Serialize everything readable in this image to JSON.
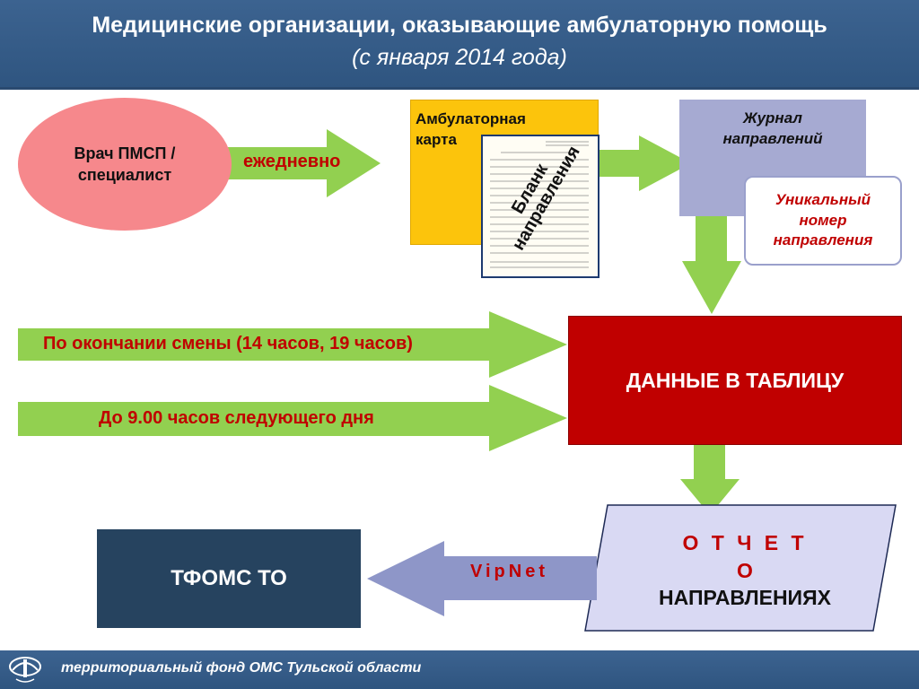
{
  "header": {
    "title": "Медицинские организации, оказывающие амбулаторную помощь",
    "subtitle": "(с января 2014 года)"
  },
  "nodes": {
    "doctor": "Врач ПМСП / специалист",
    "card": "Амбулаторная карта",
    "form": "Бланк направления",
    "journal": "Журнал направлений",
    "unique_number": "Уникальный номер направления",
    "data_table": "ДАННЫЕ В ТАБЛИЦУ",
    "report_line1": "О Т Ч Е Т",
    "report_line2": "О",
    "report_line3": "НАПРАВЛЕНИЯХ",
    "tfoms": "ТФОМС ТО"
  },
  "arrows": {
    "daily": "ежедневно",
    "shift_end": "По окончании смены (14 часов, 19 часов)",
    "next_day": "До 9.00 часов следующего дня",
    "vipnet": "VipNet"
  },
  "footer": {
    "text": "территориальный фонд ОМС Тульской области"
  },
  "colors": {
    "header_bg": "#2f5580",
    "arrow_green": "#92d050",
    "ellipse_pink": "#f6888c",
    "card_yellow": "#fcc40c",
    "journal_lavender": "#a6aad2",
    "data_red": "#c00000",
    "report_lavender": "#d9d9f3",
    "tfoms_navy": "#26435f",
    "vipnet_arrow": "#8e96c8"
  }
}
